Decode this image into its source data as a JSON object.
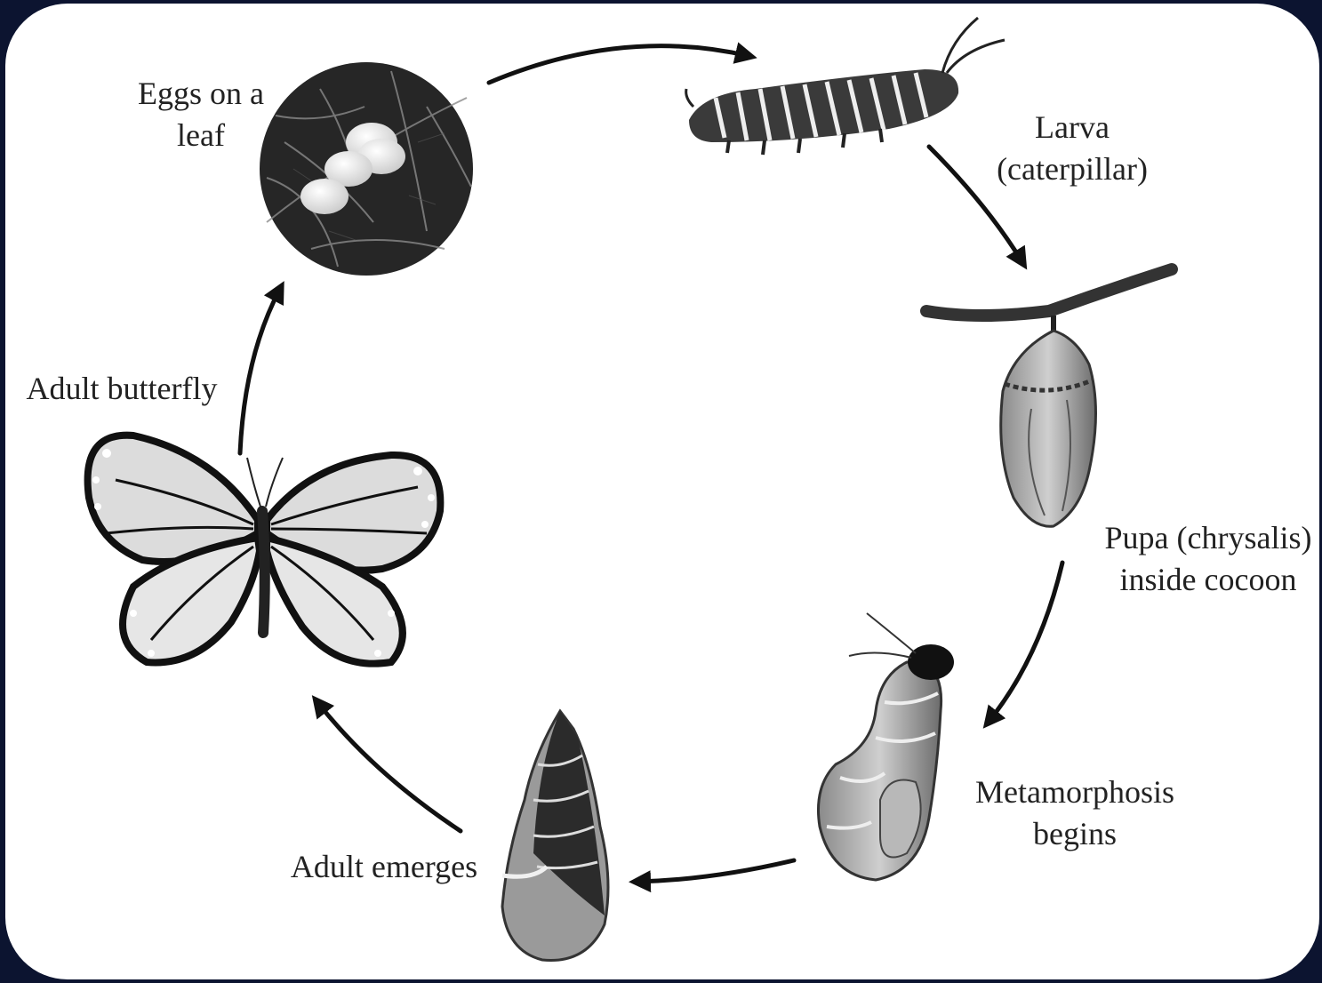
{
  "stages": {
    "eggs": "Eggs on a\nleaf",
    "larva": "Larva\n(caterpillar)",
    "pupa": "Pupa (chrysalis)\ninside cocoon",
    "metamorphosis": "Metamorphosis\nbegins",
    "emerges": "Adult emerges",
    "adult": "Adult butterfly"
  }
}
